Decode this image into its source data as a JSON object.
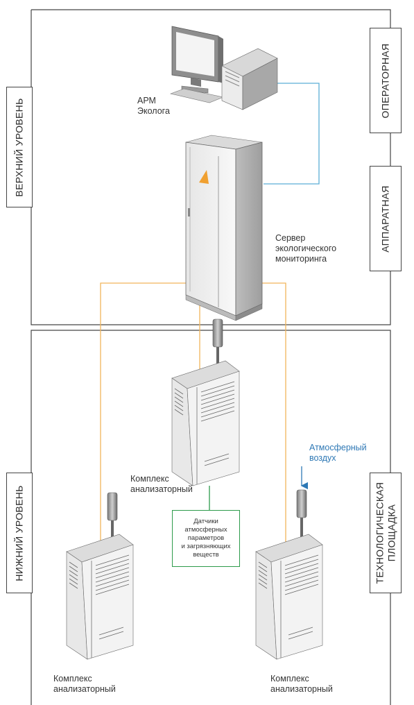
{
  "zones": {
    "upper_level": "ВЕРХНИЙ УРОВЕНЬ",
    "lower_level": "НИЖНИЙ УРОВЕНЬ",
    "operator_room": "ОПЕРАТОРНАЯ",
    "hardware_room": "АППАРАТНАЯ",
    "tech_site_line1": "ТЕХНОЛОГИЧЕСКАЯ",
    "tech_site_line2": "ПЛОЩАДКА"
  },
  "nodes": {
    "workstation": {
      "line1": "АРМ",
      "line2": "Эколога"
    },
    "server": {
      "line1": "Сервер",
      "line2": "экологического",
      "line3": "мониторинга"
    },
    "analyzer_center": {
      "line1": "Комплекс",
      "line2": "анализаторный"
    },
    "analyzer_left": {
      "line1": "Комплекс",
      "line2": "анализаторный"
    },
    "analyzer_right": {
      "line1": "Комплекс",
      "line2": "анализаторный"
    },
    "sensors": {
      "line1": "Датчики",
      "line2": "атмосферных",
      "line3": "параметров",
      "line4": "и загрязняющих",
      "line5": "веществ"
    },
    "air_input": {
      "line1": "Атмосферный",
      "line2": "воздух"
    }
  },
  "colors": {
    "network_line": "#5aaed6",
    "analyzer_line": "#f2b55a",
    "sensor_line": "#2c9a4a",
    "air_arrow": "#2e78b5",
    "frame": "#444444",
    "warning_triangle": "#f0a030"
  }
}
